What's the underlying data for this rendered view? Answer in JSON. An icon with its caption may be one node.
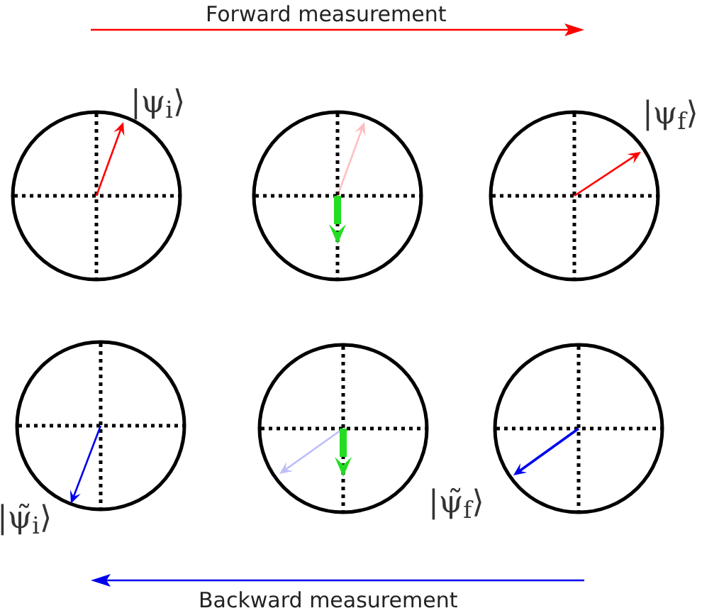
{
  "diagram": {
    "nodes": [
      {
        "text": [],
        "shape": "circle",
        "beside": [
          "|ψ$_{i}$⟩"
        ]
      },
      {
        "text": [],
        "shape": "circle"
      },
      {
        "text": [],
        "shape": "circle",
        "beside": [
          "|ψ$_{f}$⟩"
        ]
      },
      {
        "text": [],
        "shape": "circle",
        "beside": [
          "|ψ̃$_{i}$⟩"
        ]
      },
      {
        "text": [],
        "shape": "circle"
      },
      {
        "text": [],
        "shape": "circle",
        "beside": [
          "|ψ̃$_{f}$⟩"
        ]
      }
    ],
    "edges": [],
    "labels": [
      "Forward measurement",
      "Backward measurement"
    ]
  }
}
